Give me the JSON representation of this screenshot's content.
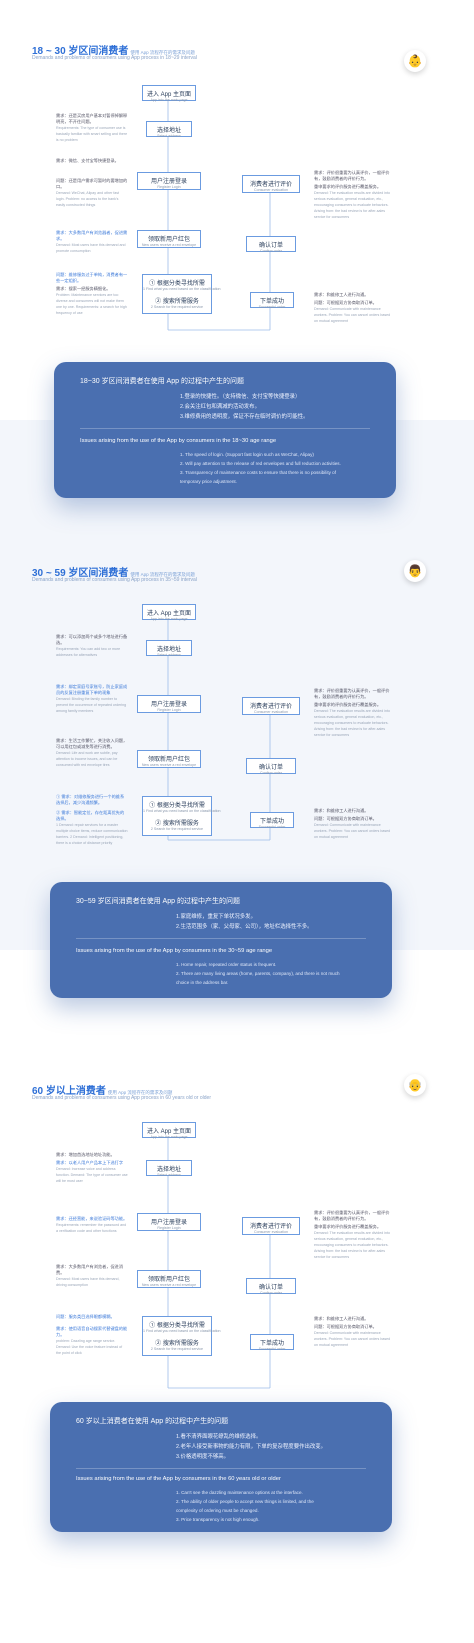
{
  "sections": [
    {
      "title": "18 ~ 30 岁区间消费者",
      "title_sub": "使用 App 流程存在的需求及问题",
      "subtitle": "Demands and problems of consumers using App process in 18~29 interval",
      "avatar": "young-face-icon",
      "steps": [
        {
          "cn": "进入 App 主页面",
          "en": "App into the main page"
        },
        {
          "cn": "选择地址",
          "en": "Select address"
        },
        {
          "cn": "用户注册登录",
          "en": "Register Login"
        },
        {
          "cn": "领取新用户红包",
          "en": "New users receive a red envelope"
        },
        {
          "cn": "① 根据分类寻找所需",
          "en": "1 Find what you need based on the classification"
        },
        {
          "cn": "② 搜索所需服务",
          "en": "2 Search for the required service"
        },
        {
          "cn": "消费者进行评价",
          "en": "Consumer evaluation"
        },
        {
          "cn": "确认订单",
          "en": "Confirm order"
        },
        {
          "cn": "下单成功",
          "en": "Successful order"
        }
      ],
      "left_notes": [
        {
          "cn": "需求：还是买房用户基本对暂停掉解释明亮，不开往问题。",
          "en": "Requirements: The type of consumer use is basically familiar with smart selling and there is no problem"
        },
        {
          "cn": "需求：微信、支付宝等快捷登录。",
          "en": ""
        },
        {
          "cn": "问题：还是用户需求可暂时的要增加的 口。",
          "en": "Demand: WeChat, Alipay and other fast login. Problem: no access to the bank's easily constructed things"
        },
        {
          "cn": "需求：大多数用户有浏览器者，促进需求。",
          "en": "Demand: Most users have this demand and promote consumption"
        },
        {
          "cn": "问题：维修服务过于单纯，消费者有一些一定组织。",
          "en": ""
        },
        {
          "cn": "需求：搜索一经服务精细化。",
          "en": "Problem: Maintenance services are too diverse and consumers will not make them one by one. Requirements: a search for high frequency of use"
        }
      ],
      "right_notes": [
        {
          "cn": "需求：评价很重要为认真评价，一般评价有，鼓励消费者的评价行为。",
          "en": ""
        },
        {
          "cn": "重申要求的评价服务进行覆盖服务。",
          "en": "Demand: The evaluation results are divided into serious evaluation, general evaluation, etc., encouraging consumers to evaluate behaviors. Arising from: the bad review is for after-sales service for consumers"
        },
        {
          "cn": "需求：和维修工人进行沟通。",
          "en": ""
        },
        {
          "cn": "问题：可根据双方协商取消订单。",
          "en": "Demand: Communicate with maintenance workers. Problem: You can cancel orders based on mutual agreement"
        }
      ],
      "card": {
        "title": "18~30 岁区间消费者在使用 App 的过程中产生的问题",
        "lines": [
          "1.登录的快捷性。（支持微信、支付宝等快捷登录）",
          "2.会关注红包和满减的活动发布。",
          "3.维修费用的透明度，保证不存在临时调价的可能性。"
        ],
        "en_title": "Issues arising from the use of the App by consumers in the 18~30 age range",
        "en_lines": [
          "1. The speed of login. (Support fast login such as WeChat, Alipay)",
          "2. Will pay attention to the release of red envelopes and full reduction activities.",
          "3. Transparency of maintenance costs to ensure that there is no possibility of",
          "temporary price adjustment."
        ]
      }
    },
    {
      "title": "30 ~ 59 岁区间消费者",
      "title_sub": "使用 App 流程存在的需求及问题",
      "subtitle": "Demands and problems of consumers using App process in 35~59 interval",
      "avatar": "adult-face-icon",
      "steps": [
        {
          "cn": "进入 App 主页面",
          "en": "App into the main page"
        },
        {
          "cn": "选择地址",
          "en": "Select address"
        },
        {
          "cn": "用户注册登录",
          "en": "Register Login"
        },
        {
          "cn": "领取新用户红包",
          "en": "New users receive a red envelope"
        },
        {
          "cn": "① 根据分类寻找所需",
          "en": "1 Find what you need based on the classification"
        },
        {
          "cn": "② 搜索所需服务",
          "en": "2 Search for the required service"
        },
        {
          "cn": "消费者进行评价",
          "en": "Consumer evaluation"
        },
        {
          "cn": "确认订单",
          "en": "Confirm order"
        },
        {
          "cn": "下单成功",
          "en": "Successful order"
        }
      ],
      "left_notes": [
        {
          "cn": "需求：可以添加两个或多个地址进行备选。",
          "en": "Requirements: You can add two or more addresses for alternatives"
        },
        {
          "cn": "需求：绑定家庭号家账号，防止家庭成员的反复注册重复下单的现象",
          "en": "Demand: Binding the family number to prevent the occurrence of repeated ordering among family members"
        },
        {
          "cn": "需求：生活工作繁忙，关注收入问题，可以用红包或减免等进行消费。",
          "en": "Demand: Life and work are subtle, pay attention to income issues, and can be consumed with red envelope tires"
        },
        {
          "cn": "① 需求：对维修服务进行一个的维系选择后，减少沟通频繁。",
          "en": ""
        },
        {
          "cn": "② 需求：智能定位，存在距离优先的选择。",
          "en": "1 Demand: repair services for a master multiple choice items, reduce communication barriers. 2 Demand: Intelligent positioning, there is a choice of distance priority"
        }
      ],
      "right_notes": [
        {
          "cn": "需求：评价很重要为认真评价，一般评价有，鼓励消费者的评价行为。",
          "en": ""
        },
        {
          "cn": "重申要求的评价服务进行覆盖服务。",
          "en": "Demand: The evaluation results are divided into serious evaluation, general evaluation, etc., encouraging consumers to evaluate behaviors. Arising from: the bad review is for after-sales service for consumers"
        },
        {
          "cn": "需求：和维修工人进行沟通。",
          "en": ""
        },
        {
          "cn": "问题：可根据双方协商取消订单。",
          "en": "Demand: Communicate with maintenance workers. Problem: You can cancel orders based on mutual agreement"
        }
      ],
      "card": {
        "title": "30~59 岁区间消费者在使用 App 的过程中产生的问题",
        "lines": [
          "1.家庭维修，重复下单状况多发。",
          "2.生活范围多（家、父母家、公司），地址栏选择性不多。"
        ],
        "en_title": "Issues arising from the use of the App by consumers in the 30~59 age range",
        "en_lines": [
          "1. Home repair, repeated order status is frequent.",
          "2. There are many living areas (home, parents, company), and there is not much",
          "choice in the address bar."
        ]
      }
    },
    {
      "title": "60 岁以上消费者",
      "title_sub": "使用 App 流程存在的需求及问题",
      "subtitle": "Demands and problems of consumers using App process in 60 years old or older",
      "avatar": "elder-face-icon",
      "steps": [
        {
          "cn": "进入 App 主页面",
          "en": "App into the main page"
        },
        {
          "cn": "选择地址",
          "en": "Select address"
        },
        {
          "cn": "用户注册登录",
          "en": "Register Login"
        },
        {
          "cn": "领取新用户红包",
          "en": "New users receive a red envelope"
        },
        {
          "cn": "① 根据分类寻找所需",
          "en": "1 Find what you need based on the classification"
        },
        {
          "cn": "② 搜索所需服务",
          "en": "2 Search for the required service"
        },
        {
          "cn": "消费者进行评价",
          "en": "Consumer evaluation"
        },
        {
          "cn": "确认订单",
          "en": "Confirm order"
        },
        {
          "cn": "下单成功",
          "en": "Successful order"
        }
      ],
      "left_notes": [
        {
          "cn": "需求：增加首选地址地址功能。",
          "en": ""
        },
        {
          "cn": "需求：以老人用户产品本上下选打字",
          "en": "Demand: Increase voice and address function. Demand: The type of consumer use will be most user"
        },
        {
          "cn": "需求：还经营能，来说验证码等功能。",
          "en": "Requirements: remember the password and a verification code and other functions"
        },
        {
          "cn": "需求：大多数用户有浏览者，促进消费。",
          "en": "Demand: Most users have this demand, driving consumption"
        },
        {
          "cn": "问题：服务类目选择眼都模糊。",
          "en": ""
        },
        {
          "cn": "需求：使用语音自动搜索代替键盘的能力。",
          "en": "problem: Dazzling age range service. Demand: Use the voice feature instead of the point of click"
        }
      ],
      "right_notes": [
        {
          "cn": "需求：评价很重要为认真评价，一般评价有，鼓励消费者的评价行为。",
          "en": ""
        },
        {
          "cn": "重申要求的评价服务进行覆盖服务。",
          "en": "Demand: The evaluation results are divided into serious evaluation, general evaluation, etc., encouraging consumers to evaluate behaviors. Arising from: the bad review is for after-sales service for consumers"
        },
        {
          "cn": "需求：和维修工人进行沟通。",
          "en": ""
        },
        {
          "cn": "问题：可根据双方协商取消订单。",
          "en": "Demand: Communicate with maintenance workers. Problem: You can cancel orders based on mutual agreement"
        }
      ],
      "card": {
        "title": "60 岁以上消费者在使用 App 的过程中产生的问题",
        "lines": [
          "1.看不清界面眼花缭乱的维修选择。",
          "2.老年人接受新事物的能力有限，下单的复杂程度要作出改变。",
          "3.价格透明度不够高。"
        ],
        "en_title": "Issues arising from the use of the App by consumers in the 60 years old or older",
        "en_lines": [
          "1. Can't see the dazzling maintenance options at the interface.",
          "2. The ability of older people to accept new things is limited, and the",
          "complexity of ordering must be changed.",
          "3. Price transparency is not high enough."
        ]
      }
    }
  ]
}
